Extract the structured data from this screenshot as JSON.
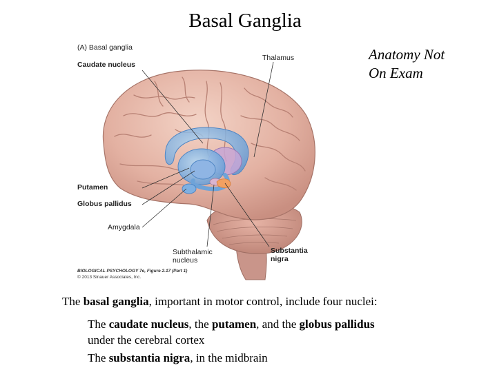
{
  "title": "Basal Ganglia",
  "note": {
    "line1": "Anatomy  Not",
    "line2": "On Exam"
  },
  "figure": {
    "panel_label": "(A) Basal ganglia",
    "labels": {
      "caudate": "Caudate nucleus",
      "thalamus": "Thalamus",
      "putamen": "Putamen",
      "globus": "Globus pallidus",
      "amygdala": "Amygdala",
      "subthalamic_1": "Subthalamic",
      "subthalamic_2": "nucleus",
      "substantia_1": "Substantia",
      "substantia_2": "nigra"
    },
    "credit_title": "BIOLOGICAL PSYCHOLOGY 7e, Figure 2.17 (Part 1)",
    "credit_copyright": "© 2013 Sinauer Associates, Inc."
  },
  "body": {
    "p1_a": "The ",
    "p1_b": "basal ganglia",
    "p1_c": ", important in motor control, include four nuclei:",
    "p2_a": "The ",
    "p2_b": "caudate nucleus",
    "p2_c": ", the ",
    "p2_d": "putamen",
    "p2_e": ", and the ",
    "p2_f": "globus pallidus",
    "p2_g": "under the cerebral cortex",
    "p3_a": "The ",
    "p3_b": "substantia nigra",
    "p3_c": ", in the midbrain"
  }
}
